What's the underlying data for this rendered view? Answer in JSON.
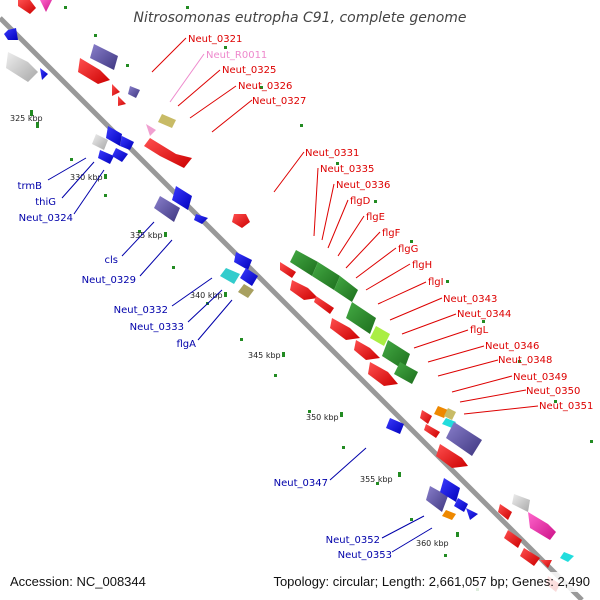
{
  "title": "Nitrosomonas eutropha C91, complete genome",
  "footer": {
    "accession": "Accession: NC_008344",
    "topology": "Topology: circular; Length: 2,661,057 bp; Genes: 2,490"
  },
  "colors": {
    "forward_label": "#dd0000",
    "reverse_label": "#0000aa",
    "rna_label": "#ee88cc",
    "backbone": "#999999",
    "ticks": "#228b22"
  },
  "kbp_ticks": [
    "325 kbp",
    "330 kbp",
    "335 kbp",
    "340 kbp",
    "345 kbp",
    "350 kbp",
    "355 kbp",
    "360 kbp"
  ],
  "forward_labels": [
    "Neut_0321",
    "Neut_R0011",
    "Neut_0325",
    "Neut_0326",
    "Neut_0327",
    "Neut_0331",
    "Neut_0335",
    "Neut_0336",
    "flgD",
    "flgE",
    "flgF",
    "flgG",
    "flgH",
    "flgI",
    "Neut_0343",
    "Neut_0344",
    "flgL",
    "Neut_0346",
    "Neut_0348",
    "Neut_0349",
    "Neut_0350",
    "Neut_0351"
  ],
  "reverse_labels": [
    "trmB",
    "thiG",
    "Neut_0324",
    "cls",
    "Neut_0329",
    "Neut_0332",
    "Neut_0333",
    "flgA",
    "Neut_0347",
    "Neut_0352",
    "Neut_0353"
  ]
}
